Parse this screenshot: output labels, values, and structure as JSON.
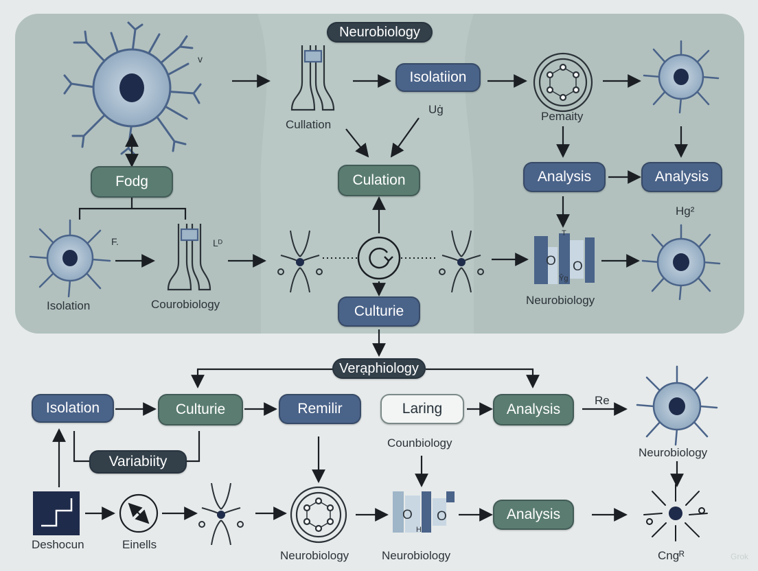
{
  "header": {
    "title": "Neurobiology"
  },
  "section_label": "Verạphiology",
  "nodes": {
    "fodg": "Fodg",
    "isolation_top": "Isolatiion",
    "culation_mid": "Culation",
    "analysis_left": "Analysis",
    "analysis_right": "Analysis",
    "culturie_mid": "Culturie",
    "isolation_bottom": "Isolation",
    "culturie_bottom": "Culturie",
    "remilir": "Remilir",
    "laring": "Laring",
    "analysis_bottom": "Analysis",
    "variability": "Variabiity",
    "analysis_lower": "Analysis"
  },
  "labels": {
    "culation_under_tube": "Cullation",
    "ug": "Uġ",
    "pemaity": "Pemaity",
    "hg": "Hg²",
    "v_mark": "v",
    "f_mark": "F.",
    "l_mark": "Lᴰ",
    "isolation_neuron": "Isolation",
    "courobiology": "Courobiology",
    "neurobiology_chart_top": "Neurobiology",
    "counbiology": "Counbiology",
    "re": "Re",
    "neurobiology_neuron": "Neurobiology",
    "deshocun": "Deshocun",
    "einells": "Einells",
    "neurobiology_ring": "Neurobiology",
    "neurobiology_chart_bottom": "Neurobiology",
    "cng": "Cngᴿ",
    "chart_t": "T",
    "chart_o1": "O",
    "chart_o2": "O",
    "chart_yg": "Ŷg",
    "chart_o3": "O",
    "chart_o4": "O",
    "chart_h": "H"
  },
  "watermark": "Grok",
  "colors": {
    "background": "#e6eaea",
    "panel": "#a8bab6",
    "node_blue": "#4a6389",
    "node_green": "#5b7d71",
    "node_dark": "#33404a",
    "neuron_fill": "#9fb5c8",
    "nucleus": "#1f2b4a",
    "line": "#1b1f24"
  },
  "icons": [
    "neuron-icon",
    "tube-icon",
    "ring-cell-icon",
    "synapse-icon",
    "cycle-icon",
    "bar-chart-icon",
    "staircase-icon",
    "circle-arrow-icon"
  ]
}
